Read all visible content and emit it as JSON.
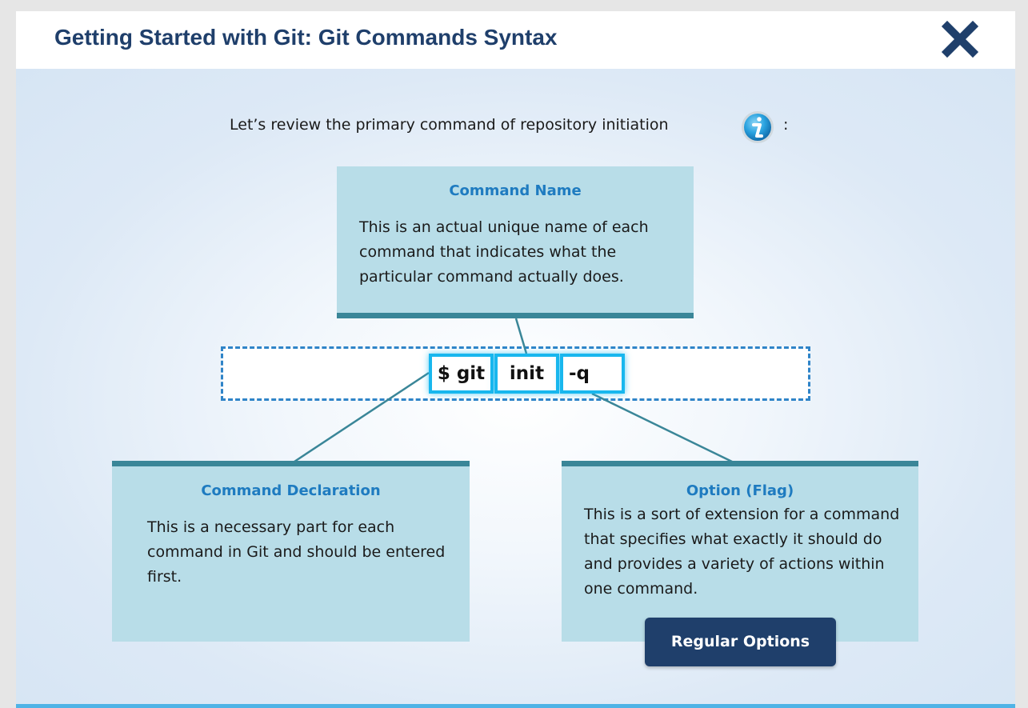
{
  "header": {
    "title": "Getting Started with Git: Git Commands Syntax",
    "close_icon": "close-icon"
  },
  "intro": {
    "text": "Let’s review the primary command of repository initiation",
    "info_icon": "info-icon",
    "suffix": ":"
  },
  "command": {
    "declaration": "$ git",
    "name": "init",
    "option": "-q"
  },
  "boxes": {
    "name": {
      "heading": "Command Name",
      "body": "This is an actual unique name of each command that indicates what the particular command actually does."
    },
    "declaration": {
      "heading": "Command Declaration",
      "body": "This is a necessary part for each command in Git and should be entered first."
    },
    "option": {
      "heading": "Option (Flag)",
      "body": "This is a sort of extension for a command that specifies what exactly it should do and provides a variety of actions within one command."
    }
  },
  "buttons": {
    "regular_options": "Regular Options"
  },
  "colors": {
    "title": "#1f3f6b",
    "box_fill": "#b8dde8",
    "box_rule": "#3a8698",
    "box_heading": "#1e7bc0",
    "command_border": "#18b7ee",
    "button": "#1f3f6b",
    "bottom_bar": "#4fb3e6"
  }
}
